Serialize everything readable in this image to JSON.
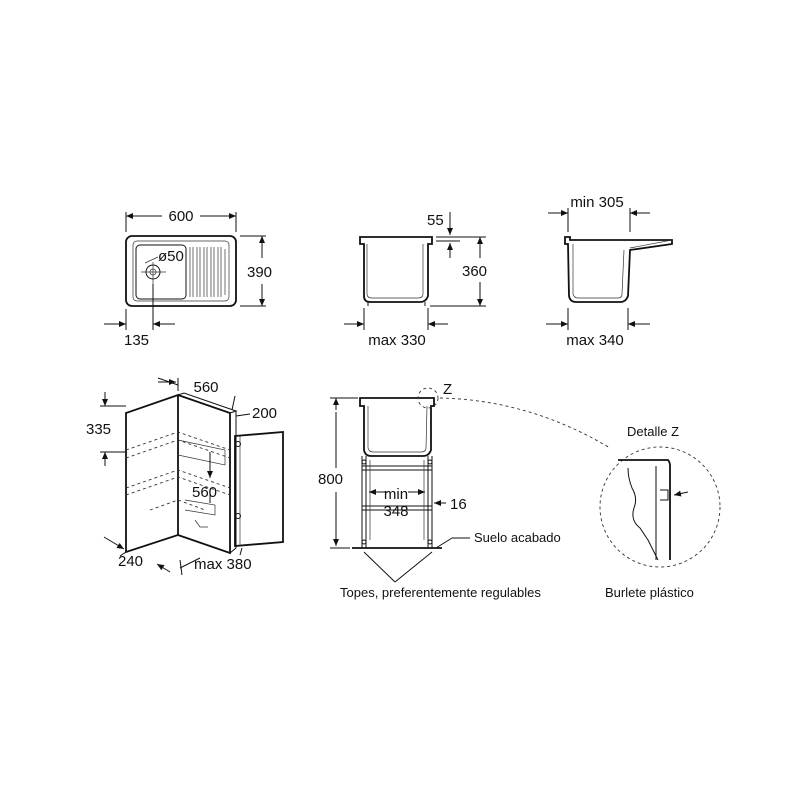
{
  "dimensions": {
    "top_width": "600",
    "top_drain": "ø50",
    "top_height": "390",
    "top_offset": "135",
    "front_55": "55",
    "front_360": "360",
    "front_max330": "max 330",
    "side_min305": "min 305",
    "side_max340": "max 340",
    "cab_560_top": "560",
    "cab_335": "335",
    "cab_200": "200",
    "cab_560_mid": "560",
    "cab_240": "240",
    "cab_max380": "max 380",
    "inst_z": "Z",
    "inst_800": "800",
    "inst_min": "min",
    "inst_348": "348",
    "inst_16": "16"
  },
  "labels": {
    "suelo": "Suelo acabado",
    "topes": "Topes, preferentemente regulables",
    "detalle": "Detalle Z",
    "burlete": "Burlete plástico"
  }
}
